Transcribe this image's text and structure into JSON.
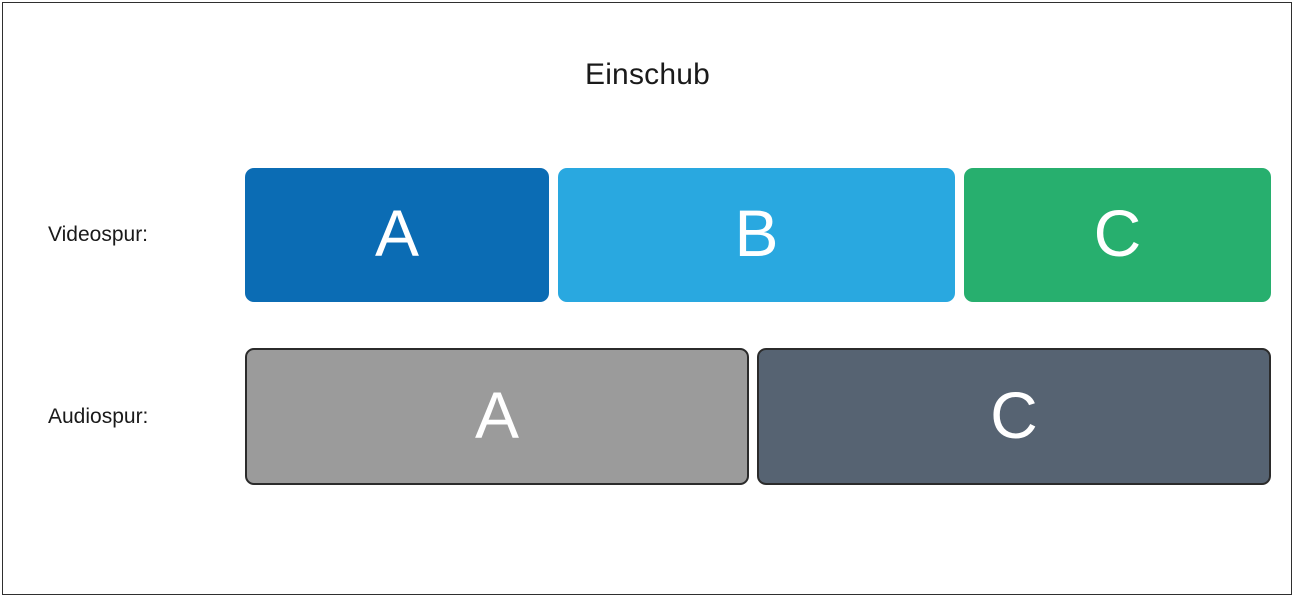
{
  "diagram": {
    "title": "Einschub",
    "background_color": "#ffffff",
    "frame_color": "#2f2f2f",
    "tracks": [
      {
        "id": "video",
        "label": "Videospur:",
        "clips": [
          {
            "letter": "A",
            "color": "#0B6CB4"
          },
          {
            "letter": "B",
            "color": "#29A8E0"
          },
          {
            "letter": "C",
            "color": "#27AF6E"
          }
        ]
      },
      {
        "id": "audio",
        "label": "Audiospur:",
        "clips": [
          {
            "letter": "A",
            "color": "#9B9B9B"
          },
          {
            "letter": "C",
            "color": "#566372"
          }
        ]
      }
    ]
  }
}
